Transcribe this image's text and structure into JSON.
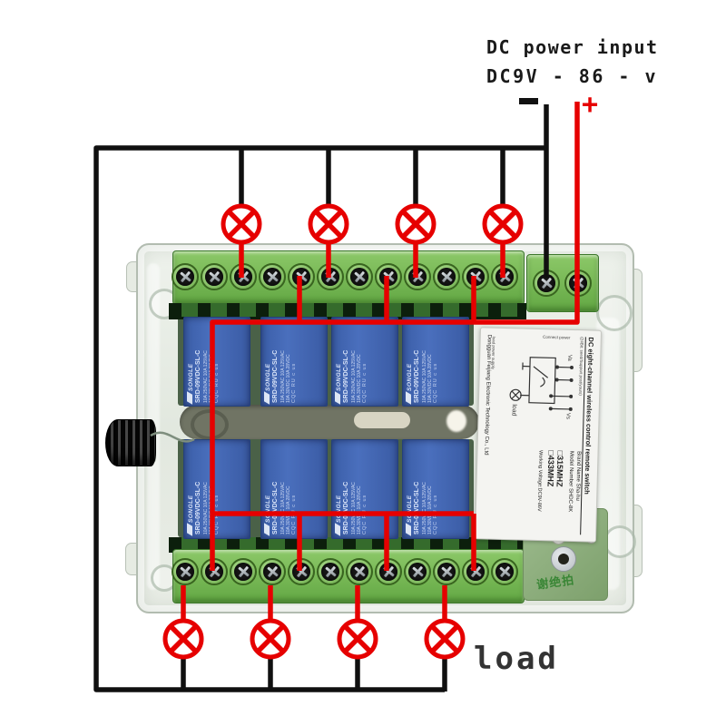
{
  "power": {
    "line1": "DC power input",
    "line2": "DC9V - 86 - v",
    "plus": "+",
    "minus": "-"
  },
  "load_label": "load",
  "board": {
    "label": {
      "title": "DC eight-channel wireless control remote switch",
      "note": "(24Bit: seed/Support post/yours)",
      "brand": "Brand Name Sha-hu",
      "model": "Model Number SHDC-8K",
      "freq1": "□315MHZ",
      "freq2": "□433MHZ",
      "voltage": "Working Voltage:DC9V-86V",
      "company": "Dongguan Feijiang Electronic Technology Co., Ltd",
      "connect_power": "Connect power",
      "schematic_load": "load",
      "load_power": "load power supply"
    },
    "relay": {
      "brand": "SONGLE",
      "model": "SRD-09VDC-SL-C",
      "rating1": "10A 250VAC 10A 125VAC",
      "rating2": "10A 30VDC 10A 28VDC",
      "marks": "CQC RU c us"
    },
    "watermark": "谢绝拍",
    "colors": {
      "wire_black": "#101010",
      "wire_red": "#e60000",
      "pcb_green": "#6fb54e",
      "relay_blue": "#4468b0",
      "case": "#e9eee7"
    }
  }
}
